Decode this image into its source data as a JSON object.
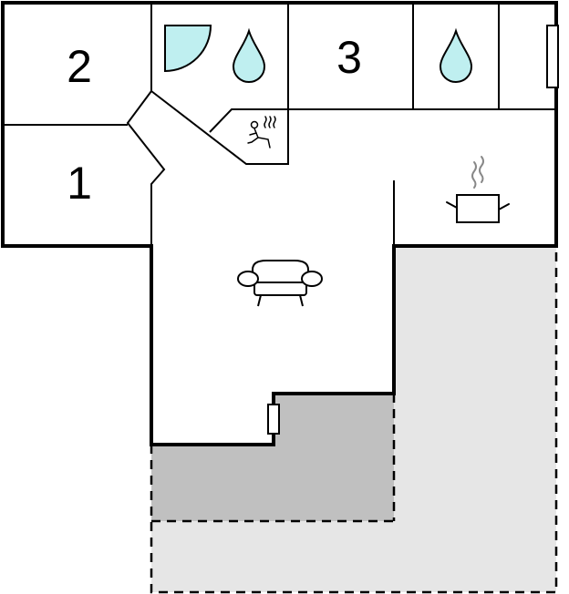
{
  "floorplan": {
    "rooms": [
      {
        "id": "bedroom-2",
        "number": "2"
      },
      {
        "id": "bedroom-1",
        "number": "1"
      },
      {
        "id": "bedroom-3",
        "number": "3"
      }
    ],
    "icons": [
      "shower-icon",
      "water-drop-icon",
      "sauna-icon",
      "cooking-pot-icon",
      "sofa-icon",
      "window-icon",
      "door-icon"
    ],
    "colors": {
      "wall": "#000000",
      "water": "#bfeff0",
      "covered_terrace": "#c0c0c0",
      "open_terrace": "#e6e6e6"
    }
  }
}
